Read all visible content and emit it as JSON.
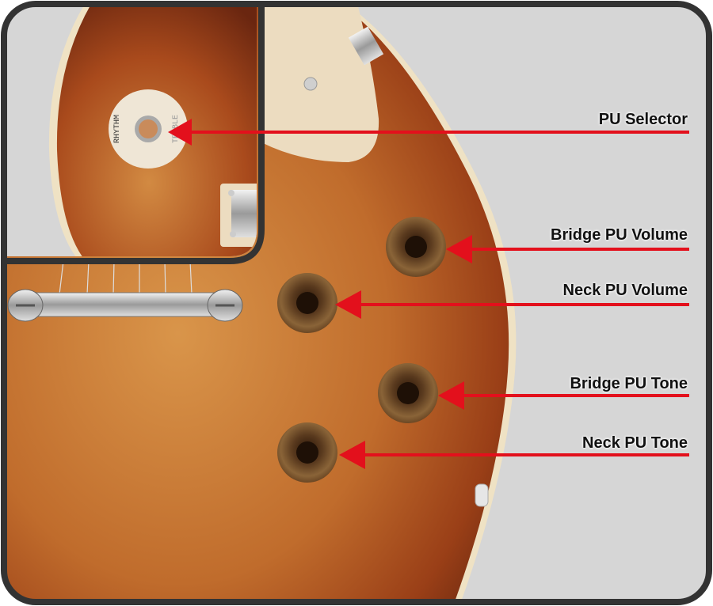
{
  "title": "Guitar controls diagram",
  "selector_plate": {
    "left_text": "RHYTHM",
    "right_text": "TREBLE"
  },
  "labels": [
    {
      "id": "pu-selector",
      "text": "PU Selector"
    },
    {
      "id": "bridge-pu-volume",
      "text": "Bridge PU Volume"
    },
    {
      "id": "neck-pu-volume",
      "text": "Neck PU Volume"
    },
    {
      "id": "bridge-pu-tone",
      "text": "Bridge PU Tone"
    },
    {
      "id": "neck-pu-tone",
      "text": "Neck PU Tone"
    }
  ],
  "colors": {
    "arrow": "#e3101c",
    "frame": "#333333",
    "background": "#d6d6d6",
    "body": "#b4561f"
  }
}
